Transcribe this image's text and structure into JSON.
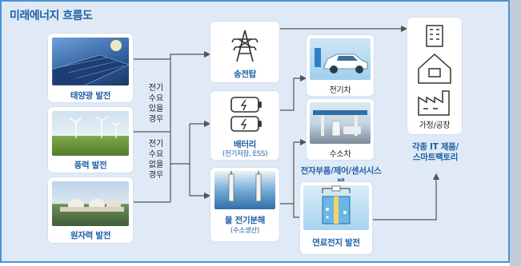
{
  "title": "미래에너지 흐름도",
  "sources": {
    "solar": "태양광 발전",
    "wind": "풍력 발전",
    "nuclear": "원자력 발전"
  },
  "conditions": {
    "surplus": [
      "전기",
      "수요",
      "있을",
      "경우"
    ],
    "no_demand": [
      "전기",
      "수요",
      "없을",
      "경우"
    ]
  },
  "middle": {
    "tower": "송전탑",
    "battery": "배터리",
    "battery_sub": "(전기저장, ESS)",
    "electrolysis": "물 전기분해",
    "electrolysis_sub": "(수소생산)"
  },
  "right": {
    "ev": "전기차",
    "hydrogen": "수소차",
    "parts": "전자부품/제어/센서시스템",
    "fuelcell": "연료전지 발전"
  },
  "end": {
    "home": "가정/공장",
    "products": "각종 IT 제품/",
    "smartfactory": "스마트팩토리"
  },
  "colors": {
    "accent": "#1f5fa6",
    "border": "#4b93d3",
    "background": "#dfeaf6",
    "arrow": "#555555"
  }
}
